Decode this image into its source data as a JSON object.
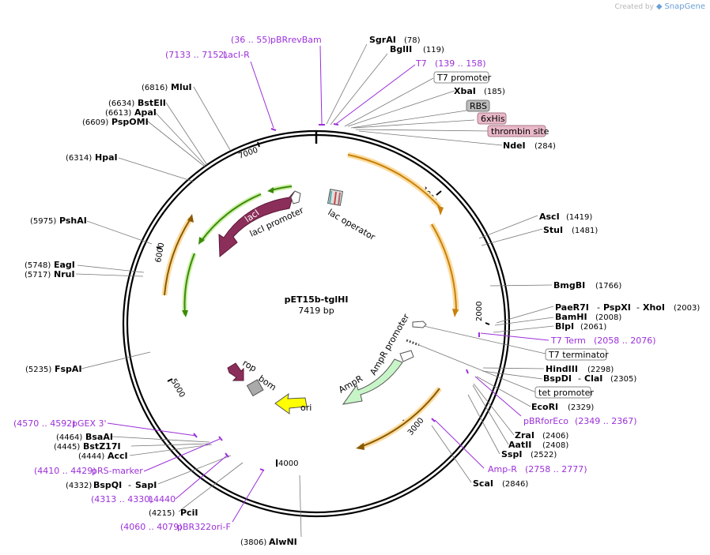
{
  "watermark": {
    "created_by": "Created by",
    "brand": "SnapGene"
  },
  "plasmid": {
    "name": "pET15b-tglHI",
    "size": "7419 bp"
  },
  "ticks": [
    "1000",
    "2000",
    "3000",
    "4000",
    "5000",
    "6000",
    "7000"
  ],
  "enzymes": {
    "SgrAI": {
      "name": "SgrAI",
      "pos": "(78)"
    },
    "BglII": {
      "name": "BglII",
      "pos": "(119)"
    },
    "XbaI": {
      "name": "XbaI",
      "pos": "(185)"
    },
    "NdeI": {
      "name": "NdeI",
      "pos": "(284)"
    },
    "AscI": {
      "name": "AscI",
      "pos": "(1419)"
    },
    "StuI": {
      "name": "StuI",
      "pos": "(1481)"
    },
    "BmgBI": {
      "name": "BmgBI",
      "pos": "(1766)"
    },
    "PaeR7I": {
      "name": "PaeR7I",
      "pos": "(2003)"
    },
    "PspXI": {
      "name": "PspXI"
    },
    "XhoI": {
      "name": "XhoI"
    },
    "BamHI": {
      "name": "BamHI",
      "pos": "(2008)"
    },
    "BlpI": {
      "name": "BlpI",
      "pos": "(2061)"
    },
    "HindIII": {
      "name": "HindIII",
      "pos": "(2298)"
    },
    "BspDI": {
      "name": "BspDI",
      "pos": "(2305)"
    },
    "ClaI": {
      "name": "ClaI"
    },
    "EcoRI": {
      "name": "EcoRI",
      "pos": "(2329)"
    },
    "ZraI": {
      "name": "ZraI",
      "pos": "(2406)"
    },
    "AatII": {
      "name": "AatII",
      "pos": "(2408)"
    },
    "SspI": {
      "name": "SspI",
      "pos": "(2522)"
    },
    "ScaI": {
      "name": "ScaI",
      "pos": "(2846)"
    },
    "AlwNI": {
      "name": "AlwNI",
      "pos": "(3806)"
    },
    "PciI": {
      "name": "PciI",
      "pos": "(4215)"
    },
    "BspQI": {
      "name": "BspQI",
      "pos": "(4332)"
    },
    "SapI": {
      "name": "SapI"
    },
    "AccI": {
      "name": "AccI",
      "pos": "(4444)"
    },
    "BstZ17I": {
      "name": "BstZ17I",
      "pos": "(4445)"
    },
    "BsaAI": {
      "name": "BsaAI",
      "pos": "(4464)"
    },
    "FspAI": {
      "name": "FspAI",
      "pos": "(5235)"
    },
    "NruI": {
      "name": "NruI",
      "pos": "(5717)"
    },
    "EagI": {
      "name": "EagI",
      "pos": "(5748)"
    },
    "PshAI": {
      "name": "PshAI",
      "pos": "(5975)"
    },
    "HpaI": {
      "name": "HpaI",
      "pos": "(6314)"
    },
    "PspOMI": {
      "name": "PspOMI",
      "pos": "(6609)"
    },
    "ApaI": {
      "name": "ApaI",
      "pos": "(6613)"
    },
    "BstEII": {
      "name": "BstEII",
      "pos": "(6634)"
    },
    "MluI": {
      "name": "MluI",
      "pos": "(6816)"
    }
  },
  "primers": {
    "pBRrevBam": {
      "range": "(36 .. 55)",
      "name": "pBRrevBam"
    },
    "LacIR": {
      "range": "(7133 .. 7152)",
      "name": "LacI-R"
    },
    "T7": {
      "name": "T7",
      "range": "(139 .. 158)"
    },
    "T7Term": {
      "name": "T7 Term",
      "range": "(2058 .. 2076)"
    },
    "pBRforEco": {
      "name": "pBRforEco",
      "range": "(2349 .. 2367)"
    },
    "AmpR": {
      "name": "Amp-R",
      "range": "(2758 .. 2777)"
    },
    "pGEX3": {
      "range": "(4570 .. 4592)",
      "name": "pGEX 3'"
    },
    "pRSmarker": {
      "range": "(4410 .. 4429)",
      "name": "pRS-marker"
    },
    "L4440": {
      "range": "(4313 .. 4330)",
      "name": "L4440"
    },
    "pBR322oriF": {
      "range": "(4060 .. 4079)",
      "name": "pBR322ori-F"
    }
  },
  "boxed_features": {
    "T7promoter": "T7 promoter",
    "RBS": "RBS",
    "6xHis": "6xHis",
    "thrombin": "thrombin site",
    "T7terminator": "T7 terminator",
    "tetpromoter": "tet promoter"
  },
  "inner_features": {
    "lacI": "lacI",
    "lacIpromoter": "lacI promoter",
    "lacoperator": "lac operator",
    "rop": "rop",
    "bom": "bom",
    "ori": "ori",
    "AmpR": "AmpR",
    "AmpRpromoter": "AmpR promoter"
  },
  "colors": {
    "primer": "#9b30d9",
    "orange_feature": "#f2a51c",
    "green_feature": "#3b8a0a",
    "lacI": "#8c2e5a",
    "ori": "#ffff00",
    "ampR": "#c8f5c8",
    "box_gray": "#bbbbbb",
    "box_pink": "#e8b8c8"
  }
}
